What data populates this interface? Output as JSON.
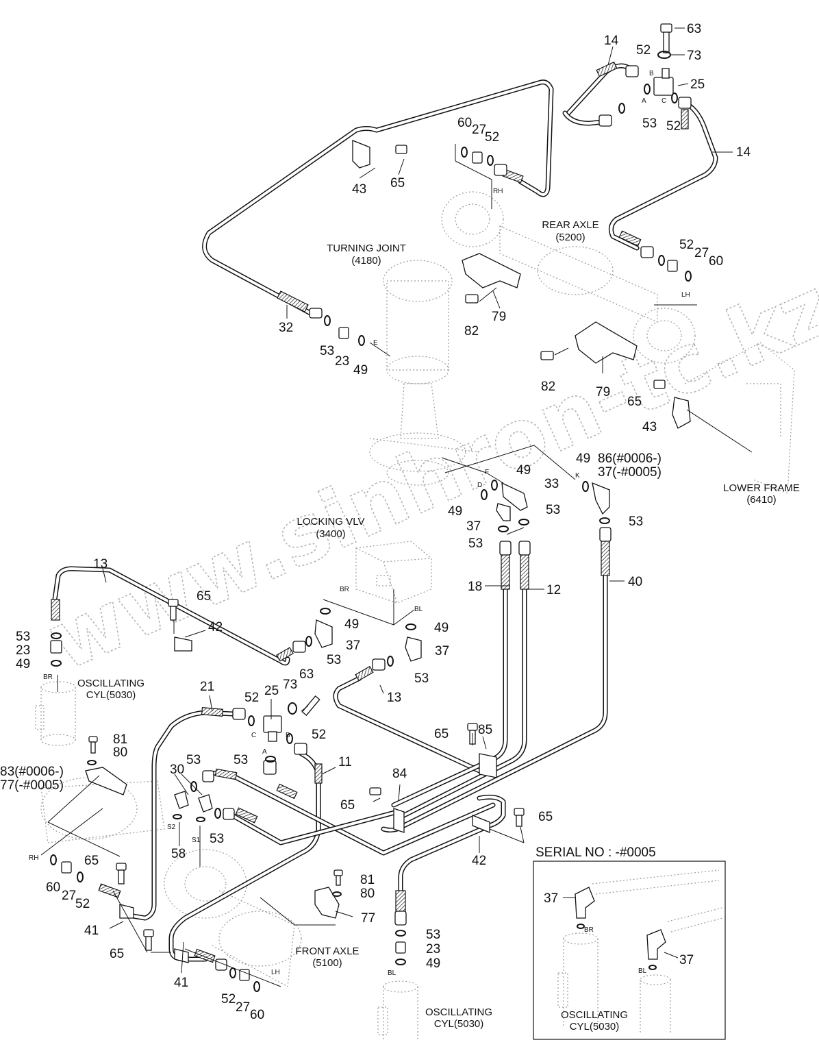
{
  "watermark": "www.sinhron-tc.kz",
  "components": {
    "turning_joint": {
      "name": "TURNING JOINT",
      "code": "(4180)"
    },
    "rear_axle": {
      "name": "REAR AXLE",
      "code": "(5200)"
    },
    "lower_frame": {
      "name": "LOWER FRAME",
      "code": "(6410)"
    },
    "locking_vlv": {
      "name": "LOCKING VLV",
      "code": "(3400)"
    },
    "osc_cyl_left": {
      "name": "OSCILLATING",
      "code": "CYL(5030)"
    },
    "osc_cyl_bottom": {
      "name": "OSCILLATING",
      "code": "CYL(5030)"
    },
    "front_axle": {
      "name": "FRONT AXLE",
      "code": "(5100)"
    },
    "osc_cyl_inset": {
      "name": "OSCILLATING",
      "code": "CYL(5030)"
    }
  },
  "inset": {
    "title": "SERIAL NO : -#0005",
    "parts": [
      "37",
      "37"
    ],
    "ports": [
      "BR",
      "BL"
    ]
  },
  "port_labels": {
    "rh_top": "RH",
    "lh_top": "LH",
    "e": "E",
    "a_top": "A",
    "b_top": "B",
    "c_top": "C",
    "f": "F",
    "d": "D",
    "k": "K",
    "br_vlv": "BR",
    "bl_vlv": "BL",
    "br_cyl": "BR",
    "c_mid": "C",
    "b_mid": "B",
    "a_mid": "A",
    "s2": "S2",
    "s1": "S1",
    "rh_bottom": "RH",
    "lh_bottom": "LH",
    "bl_cyl": "BL"
  },
  "callouts": [
    {
      "id": "c63t",
      "text": "63"
    },
    {
      "id": "c73t",
      "text": "73"
    },
    {
      "id": "c14a",
      "text": "14"
    },
    {
      "id": "c52a",
      "text": "52"
    },
    {
      "id": "c25t",
      "text": "25"
    },
    {
      "id": "c53a",
      "text": "53"
    },
    {
      "id": "c52b",
      "text": "52"
    },
    {
      "id": "c14b",
      "text": "14"
    },
    {
      "id": "c60a",
      "text": "60"
    },
    {
      "id": "c27a",
      "text": "27"
    },
    {
      "id": "c52c",
      "text": "52"
    },
    {
      "id": "c43a",
      "text": "43"
    },
    {
      "id": "c65a",
      "text": "65"
    },
    {
      "id": "c52d",
      "text": "52"
    },
    {
      "id": "c27b",
      "text": "27"
    },
    {
      "id": "c60b",
      "text": "60"
    },
    {
      "id": "c32",
      "text": "32"
    },
    {
      "id": "c53b",
      "text": "53"
    },
    {
      "id": "c23a",
      "text": "23"
    },
    {
      "id": "c49a",
      "text": "49"
    },
    {
      "id": "c82a",
      "text": "82"
    },
    {
      "id": "c79a",
      "text": "79"
    },
    {
      "id": "c82b",
      "text": "82"
    },
    {
      "id": "c79b",
      "text": "79"
    },
    {
      "id": "c65b",
      "text": "65"
    },
    {
      "id": "c43b",
      "text": "43"
    },
    {
      "id": "c49b",
      "text": "49"
    },
    {
      "id": "c86",
      "text": "86(#0006-)"
    },
    {
      "id": "c37a",
      "text": "37(-#0005)"
    },
    {
      "id": "c49c",
      "text": "49"
    },
    {
      "id": "c33",
      "text": "33"
    },
    {
      "id": "c49d",
      "text": "49"
    },
    {
      "id": "c53c",
      "text": "53"
    },
    {
      "id": "c37b",
      "text": "37"
    },
    {
      "id": "c53d",
      "text": "53"
    },
    {
      "id": "c53e",
      "text": "53"
    },
    {
      "id": "c18",
      "text": "18"
    },
    {
      "id": "c12",
      "text": "12"
    },
    {
      "id": "c40",
      "text": "40"
    },
    {
      "id": "c13a",
      "text": "13"
    },
    {
      "id": "c65c",
      "text": "65"
    },
    {
      "id": "c42a",
      "text": "42"
    },
    {
      "id": "c53f",
      "text": "53"
    },
    {
      "id": "c23b",
      "text": "23"
    },
    {
      "id": "c49e",
      "text": "49"
    },
    {
      "id": "c49f",
      "text": "49"
    },
    {
      "id": "c37c",
      "text": "37"
    },
    {
      "id": "c53g",
      "text": "53"
    },
    {
      "id": "c49g",
      "text": "49"
    },
    {
      "id": "c37d",
      "text": "37"
    },
    {
      "id": "c53h",
      "text": "53"
    },
    {
      "id": "c13b",
      "text": "13"
    },
    {
      "id": "c21",
      "text": "21"
    },
    {
      "id": "c52e",
      "text": "52"
    },
    {
      "id": "c25m",
      "text": "25"
    },
    {
      "id": "c73m",
      "text": "73"
    },
    {
      "id": "c63m",
      "text": "63"
    },
    {
      "id": "c52f",
      "text": "52"
    },
    {
      "id": "c53i",
      "text": "53"
    },
    {
      "id": "c11",
      "text": "11"
    },
    {
      "id": "c65d",
      "text": "65"
    },
    {
      "id": "c85",
      "text": "85"
    },
    {
      "id": "c81a",
      "text": "81"
    },
    {
      "id": "c80a",
      "text": "80"
    },
    {
      "id": "c83",
      "text": "83(#0006-)"
    },
    {
      "id": "c77a",
      "text": "77(-#0005)"
    },
    {
      "id": "c30",
      "text": "30"
    },
    {
      "id": "c53j",
      "text": "53"
    },
    {
      "id": "c58",
      "text": "58"
    },
    {
      "id": "c53k",
      "text": "53"
    },
    {
      "id": "c84",
      "text": "84"
    },
    {
      "id": "c65e",
      "text": "65"
    },
    {
      "id": "c65f",
      "text": "65"
    },
    {
      "id": "c42b",
      "text": "42"
    },
    {
      "id": "c60c",
      "text": "60"
    },
    {
      "id": "c27c",
      "text": "27"
    },
    {
      "id": "c52g",
      "text": "52"
    },
    {
      "id": "c65g",
      "text": "65"
    },
    {
      "id": "c41a",
      "text": "41"
    },
    {
      "id": "c81b",
      "text": "81"
    },
    {
      "id": "c80b",
      "text": "80"
    },
    {
      "id": "c77b",
      "text": "77"
    },
    {
      "id": "c65h",
      "text": "65"
    },
    {
      "id": "c41b",
      "text": "41"
    },
    {
      "id": "c52h",
      "text": "52"
    },
    {
      "id": "c27d",
      "text": "27"
    },
    {
      "id": "c60d",
      "text": "60"
    },
    {
      "id": "c53l",
      "text": "53"
    },
    {
      "id": "c23c",
      "text": "23"
    },
    {
      "id": "c49h",
      "text": "49"
    }
  ]
}
